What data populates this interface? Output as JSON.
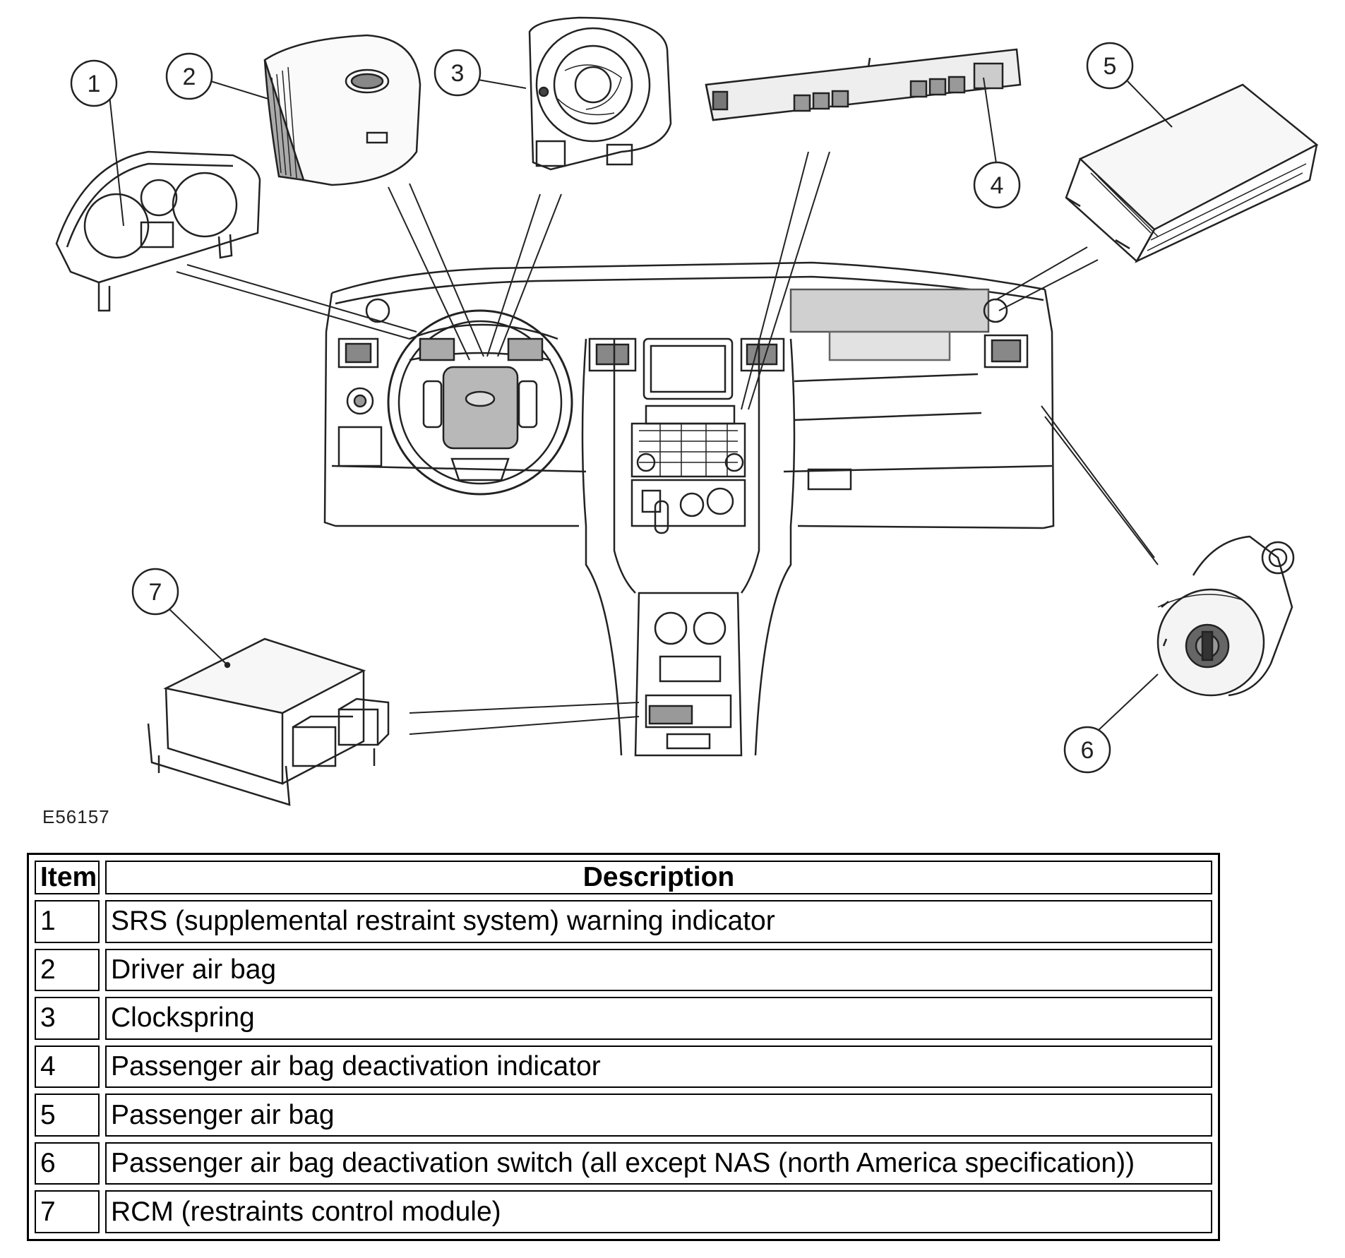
{
  "figure": {
    "id": "E56157",
    "callouts": [
      "1",
      "2",
      "3",
      "4",
      "5",
      "6",
      "7"
    ]
  },
  "table": {
    "headers": {
      "item": "Item",
      "description": "Description"
    },
    "rows": [
      {
        "item": "1",
        "description": "SRS (supplemental restraint system) warning indicator"
      },
      {
        "item": "2",
        "description": "Driver air bag"
      },
      {
        "item": "3",
        "description": "Clockspring"
      },
      {
        "item": "4",
        "description": "Passenger air bag deactivation indicator"
      },
      {
        "item": "5",
        "description": "Passenger air bag"
      },
      {
        "item": "6",
        "description": "Passenger air bag deactivation switch (all except NAS (north America specification))"
      },
      {
        "item": "7",
        "description": "RCM (restraints control module)"
      }
    ]
  }
}
